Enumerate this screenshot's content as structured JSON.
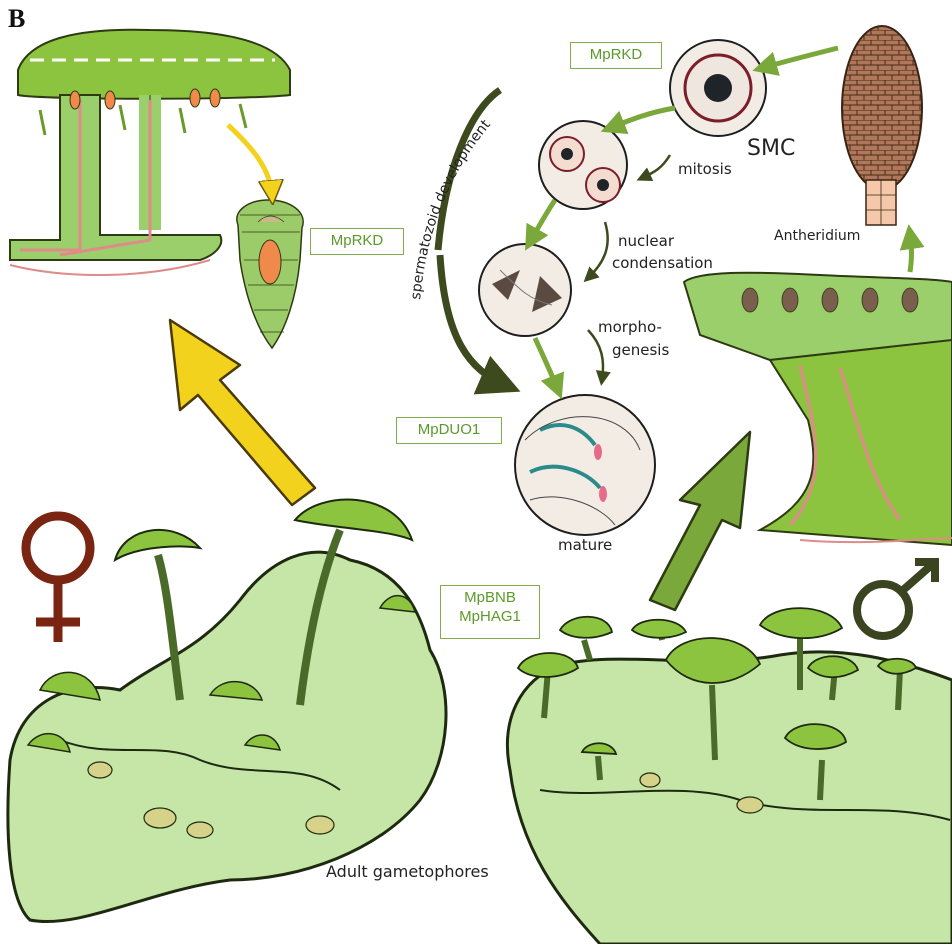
{
  "panel_letter": "B",
  "gene_labels": {
    "rkd_top": "MpRKD",
    "rkd_left": "MpRKD",
    "duo1": "MpDUO1",
    "bnb": "MpBNB",
    "hag1": "MpHAG1"
  },
  "stage_labels": {
    "smc": "SMC",
    "mitosis": "mitosis",
    "nuclear": "nuclear",
    "condensation": "condensation",
    "morpho": "morpho-",
    "genesis": "genesis",
    "mature": "mature",
    "antheridium": "Antheridium",
    "adult": "Adult gametophores",
    "spermatozoid": "spermatozoid development"
  },
  "symbols": {
    "female": "female-symbol",
    "male": "male-symbol"
  },
  "colors": {
    "thallus_light": "#c6e6a8",
    "thallus_mid": "#9bcf6b",
    "receptacle_green": "#8cc43f",
    "vascular_red": "#e08a8a",
    "arrow_yellow": "#f2d21c",
    "arrow_green": "#7aa83a",
    "dark_arrow": "#3d4a1e",
    "female_red": "#7a2412",
    "male_dark": "#3a4420",
    "gene_text": "#5c9a2c",
    "antheridium_brown": "#8a5a3a",
    "egg_orange": "#f08a4b"
  }
}
